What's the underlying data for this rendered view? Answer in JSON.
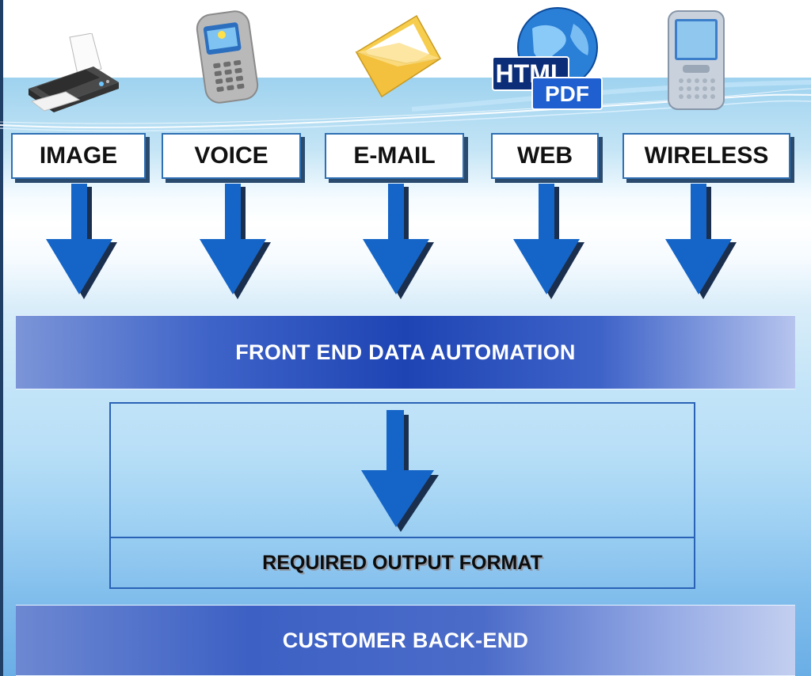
{
  "sources": [
    {
      "label": "IMAGE",
      "icon": "printer-fax-icon"
    },
    {
      "label": "VOICE",
      "icon": "mobile-phone-icon"
    },
    {
      "label": "E-MAIL",
      "icon": "envelope-icon"
    },
    {
      "label": "WEB",
      "icon": "globe-html-pdf-icon"
    },
    {
      "label": "WIRELESS",
      "icon": "smartphone-icon"
    }
  ],
  "web_badges": {
    "html": "HTML",
    "pdf": "PDF"
  },
  "front_end": "FRONT END DATA AUTOMATION",
  "output": "REQUIRED OUTPUT FORMAT",
  "back_end": "CUSTOMER BACK-END",
  "colors": {
    "arrow": "#1565c8",
    "arrow_shadow": "#1a2f4e",
    "box_border": "#2f6fb3",
    "band_dark": "#1e44b4"
  }
}
